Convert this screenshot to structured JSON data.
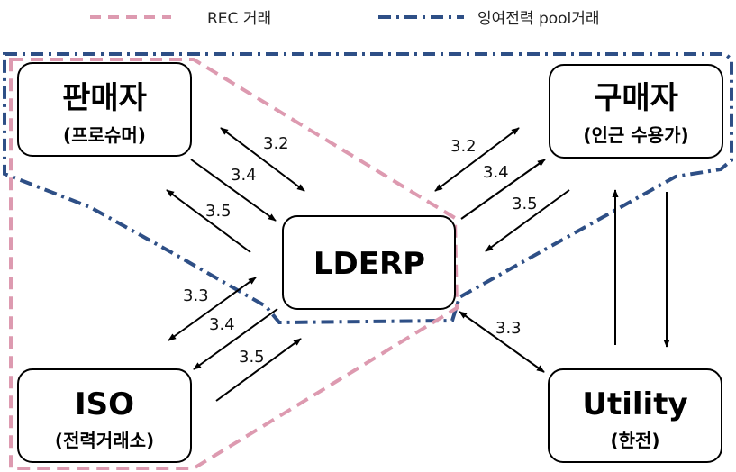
{
  "legend": {
    "rec_label": "REC 거래",
    "pool_label": "잉여전력 pool거래",
    "rec_color": "#dd9ab0",
    "pool_color": "#2e4f86"
  },
  "nodes": {
    "seller": {
      "title": "판매자",
      "subtitle": "(프로슈머)"
    },
    "buyer": {
      "title": "구매자",
      "subtitle": "(인근 수용가)"
    },
    "center": {
      "title": "LDERP"
    },
    "iso": {
      "title": "ISO",
      "subtitle": "(전력거래소)"
    },
    "utility": {
      "title": "Utility",
      "subtitle": "(한전)"
    }
  },
  "edge_labels": {
    "seller_3_2": "3.2",
    "seller_3_4": "3.4",
    "seller_3_5": "3.5",
    "buyer_3_2": "3.2",
    "buyer_3_4": "3.4",
    "buyer_3_5": "3.5",
    "iso_3_3": "3.3",
    "iso_3_4": "3.4",
    "iso_3_5": "3.5",
    "utility_3_3": "3.3"
  }
}
